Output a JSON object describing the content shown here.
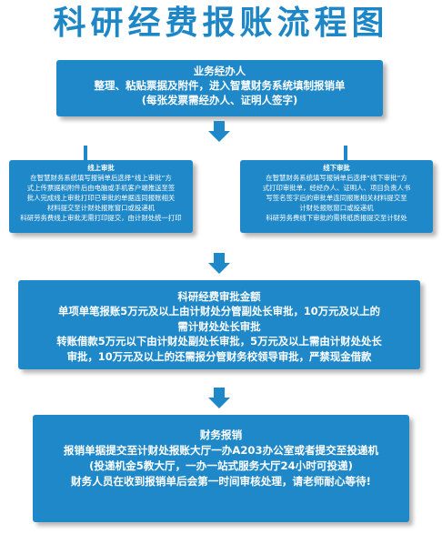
{
  "title": "科研经费报账流程图",
  "step1": {
    "heading": "业务经办人",
    "lines": [
      "整理、粘贴票据及附件，进入智慧财务系统填制报销单",
      "(每张发票需经办人、证明人签字)"
    ]
  },
  "step2_online": {
    "heading": "线上审批",
    "lines": [
      "在智慧财务系统填写报销单后选择“线上审批”方",
      "式上传票据和附件后由电脑或手机客户端推送至签",
      "批人完成线上审批打印已审批的单据连同报账相关",
      "材料提交至计财处报账窗口或投递机",
      "科研劳务费线上审批无需打印提交，由计财处统一打印"
    ]
  },
  "step2_offline": {
    "heading": "线下审批",
    "lines": [
      "在智慧财务系统填写报销单后选择“线下审批”方",
      "式打印审批单，经经办人、证明人、项目负责人书",
      "写签名签字后的审批单连同报账相关材料提交至",
      "计财处报账窗口或投递机",
      "科研劳务费线下审批的需将纸质报提交至计财处"
    ]
  },
  "step3": {
    "heading": "科研经费审批金额",
    "lines": [
      "单项单笔报账5万元及以上由计财处分管副处长审批，10万元及以上的",
      "需计财处处长审批",
      "转账借款5万元以下由计财处副处长审批，5万元及以上需由计财处处长",
      "审批，10万元及以上的还需报分管财务校领导审批，严禁现金借款"
    ]
  },
  "step4": {
    "heading": "财务报销",
    "lines": [
      "报销单据提交至计财处报账大厅一办A203办公室或者提交至投递机",
      "(投递机金5教大厅，一办一站式服务大厅24小时可投递)",
      "财务人员在收到报销单后会第一时间审核处理，请老师耐心等待!"
    ]
  },
  "colors": {
    "accent": "#1e88c9",
    "title": "#1c86c6"
  }
}
